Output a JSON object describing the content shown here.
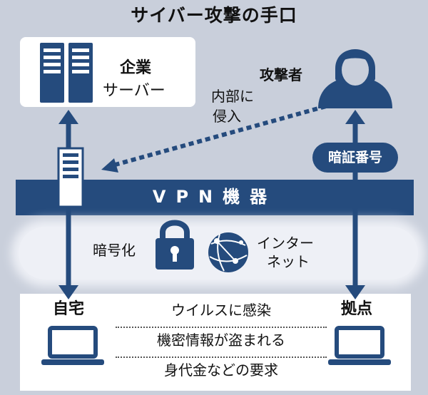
{
  "title": "サイバー攻撃の手口",
  "server": {
    "line1": "企業",
    "line2": "サーバー"
  },
  "intrusion": {
    "line1": "内部に",
    "line2": "侵入"
  },
  "attacker": {
    "label": "攻撃者"
  },
  "pin": {
    "label": "暗証番号"
  },
  "vpn": {
    "label": "VPN機器"
  },
  "encryption": {
    "label": "暗号化"
  },
  "internet": {
    "line1": "インター",
    "line2": "ネット"
  },
  "home": {
    "label": "自宅"
  },
  "branch": {
    "label": "拠点"
  },
  "threats": [
    "ウイルスに感染",
    "機密情報が盗まれる",
    "身代金などの要求"
  ],
  "colors": {
    "navy": "#254b7d",
    "background": "#c9cfdb",
    "box": "#ffffff"
  }
}
